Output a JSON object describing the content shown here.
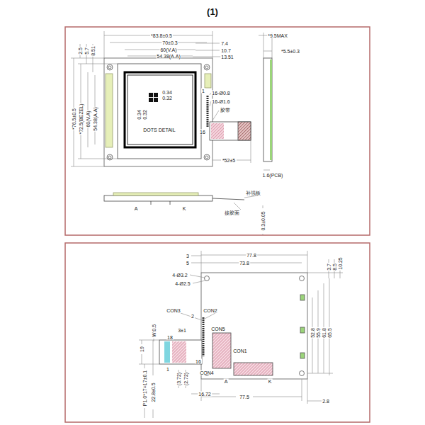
{
  "diagram": {
    "title": "(1)",
    "labels": [
      "*83.8±0.5",
      "70±0.3",
      "60(V.A)",
      "54.38(A.A)",
      "7.4",
      "10.7",
      "13.51",
      "*9.5MAX",
      "*5.5±0.3",
      "2.5",
      "5.7",
      "8.51",
      "*76.5±0.5",
      "*72.5(BEZEL)",
      "60(V.A)",
      "54.38(A.A)",
      "0.34",
      "0.32",
      "0.34",
      "0.32",
      "DOTS DETAIL",
      "1",
      "16-Ø0.8",
      "16-Ø1.6",
      "胶带",
      "16",
      "*52±5",
      "1.6(PCB)",
      "A",
      "K",
      "补强板",
      "接胶面",
      "0.3±0.05",
      "3",
      "77.8",
      "5",
      "73.8",
      "10.25",
      "8.5",
      "3.7",
      "4-Ø3.2",
      "4-Ø2.5",
      "CON3",
      "CON2",
      "2",
      "W:0.5",
      "3±1",
      "CON5",
      "18",
      "CON1",
      "19",
      "16",
      "1",
      "CON4",
      "A",
      "K",
      "52.8",
      "55.9",
      "61.8",
      "65.5",
      "(3.72)",
      "(2.72)",
      "16.72",
      "P1.0*17=17±0.1",
      "22.8±0.5",
      "77.5",
      "2.8"
    ]
  }
}
